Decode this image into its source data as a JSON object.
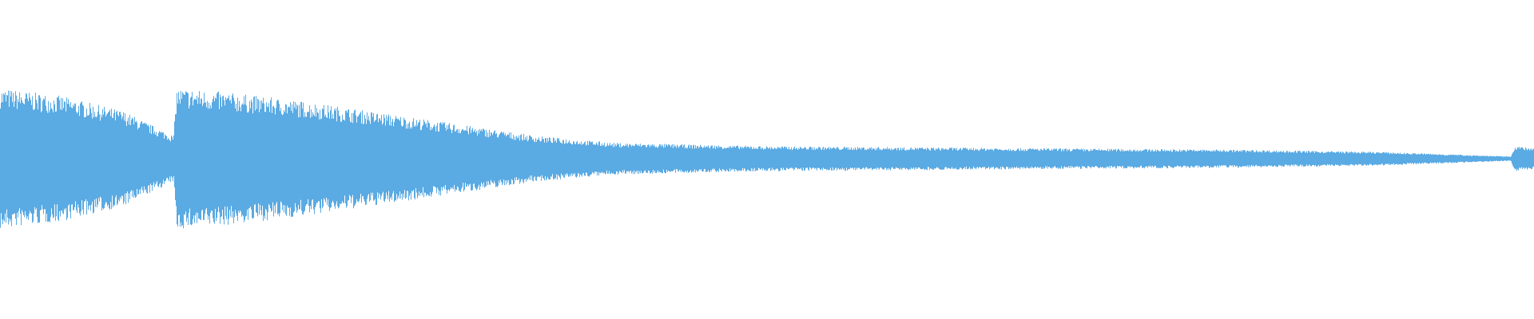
{
  "waveform": {
    "color": "#5aaae3",
    "background": "#ffffff",
    "envelope": [
      {
        "t": 0.0,
        "amp": 0.62
      },
      {
        "t": 0.04,
        "amp": 0.55
      },
      {
        "t": 0.08,
        "amp": 0.42
      },
      {
        "t": 0.113,
        "amp": 0.2
      },
      {
        "t": 0.115,
        "amp": 0.62
      },
      {
        "t": 0.15,
        "amp": 0.58
      },
      {
        "t": 0.2,
        "amp": 0.5
      },
      {
        "t": 0.25,
        "amp": 0.4
      },
      {
        "t": 0.3,
        "amp": 0.3
      },
      {
        "t": 0.35,
        "amp": 0.2
      },
      {
        "t": 0.4,
        "amp": 0.14
      },
      {
        "t": 0.5,
        "amp": 0.11
      },
      {
        "t": 0.6,
        "amp": 0.1
      },
      {
        "t": 0.7,
        "amp": 0.09
      },
      {
        "t": 0.8,
        "amp": 0.08
      },
      {
        "t": 0.9,
        "amp": 0.06
      },
      {
        "t": 0.985,
        "amp": 0.02
      },
      {
        "t": 0.988,
        "amp": 0.11
      },
      {
        "t": 1.0,
        "amp": 0.09
      }
    ]
  }
}
